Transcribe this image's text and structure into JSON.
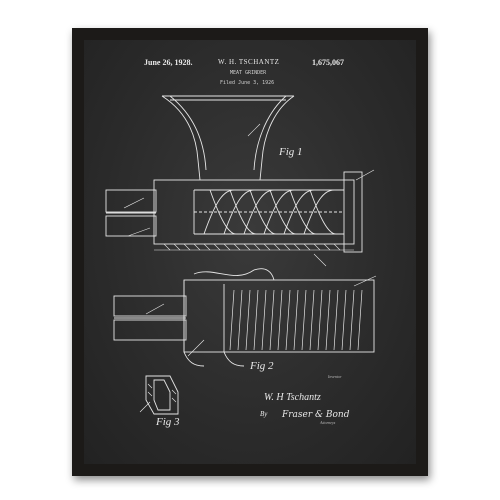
{
  "patent": {
    "date": "June 26, 1928.",
    "inventor": "W. H. TSCHANTZ",
    "number": "1,675,067",
    "title": "MEAT GRINDER",
    "filed": "Filed June 3, 1926"
  },
  "figures": {
    "fig1": "Fig 1",
    "fig2": "Fig 2",
    "fig3": "Fig 3"
  },
  "signature": {
    "inventor_label": "Inventor",
    "inventor_name": "W. H Tschantz",
    "by": "By",
    "attorney_name": "Fraser & Bond",
    "attorney_label": "Attorneys"
  },
  "colors": {
    "poster_background": "#2b2b2b",
    "ink": "#e8e8e8",
    "frame": "#1c1a18"
  }
}
